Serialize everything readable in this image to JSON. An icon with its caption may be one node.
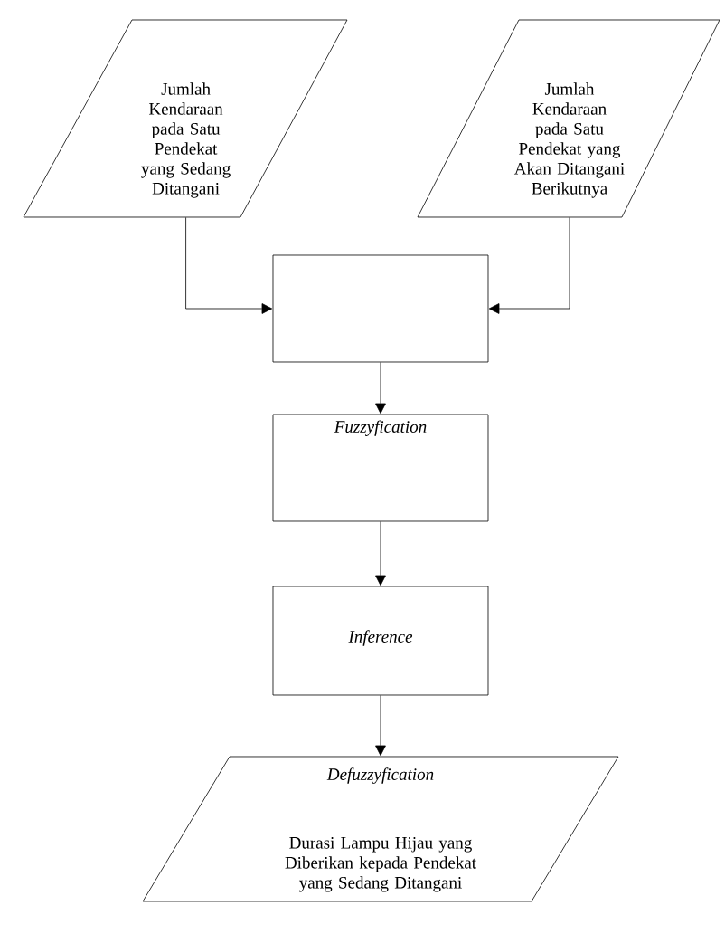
{
  "diagram": {
    "nodes": [
      {
        "text": [
          "Jumlah Kendaraan pada Satu Pendekat yang Sedang Ditangani"
        ]
      },
      {
        "text": [
          "Jumlah Kendaraan pada Satu Pendekat yang Akan Ditangani Berikutnya"
        ]
      },
      {
        "text": [],
        "shape": "box"
      },
      {
        "text": [
          "Fuzzyfication"
        ]
      },
      {
        "text": [
          "Inference"
        ]
      },
      {
        "text": [
          "Defuzzyfication",
          "Durasi Lampu Hijau yang Diberikan kepada Pendekat yang Sedang Ditangani"
        ]
      }
    ],
    "edges": [
      {
        "from": 0,
        "to": 2,
        "arrow": "to"
      },
      {
        "from": 1,
        "to": 2,
        "arrow": "to"
      },
      {
        "from": 2,
        "to": 3,
        "arrow": "to"
      },
      {
        "from": 3,
        "to": 4,
        "arrow": "to"
      },
      {
        "from": 4,
        "to": 5,
        "arrow": "to"
      }
    ]
  }
}
